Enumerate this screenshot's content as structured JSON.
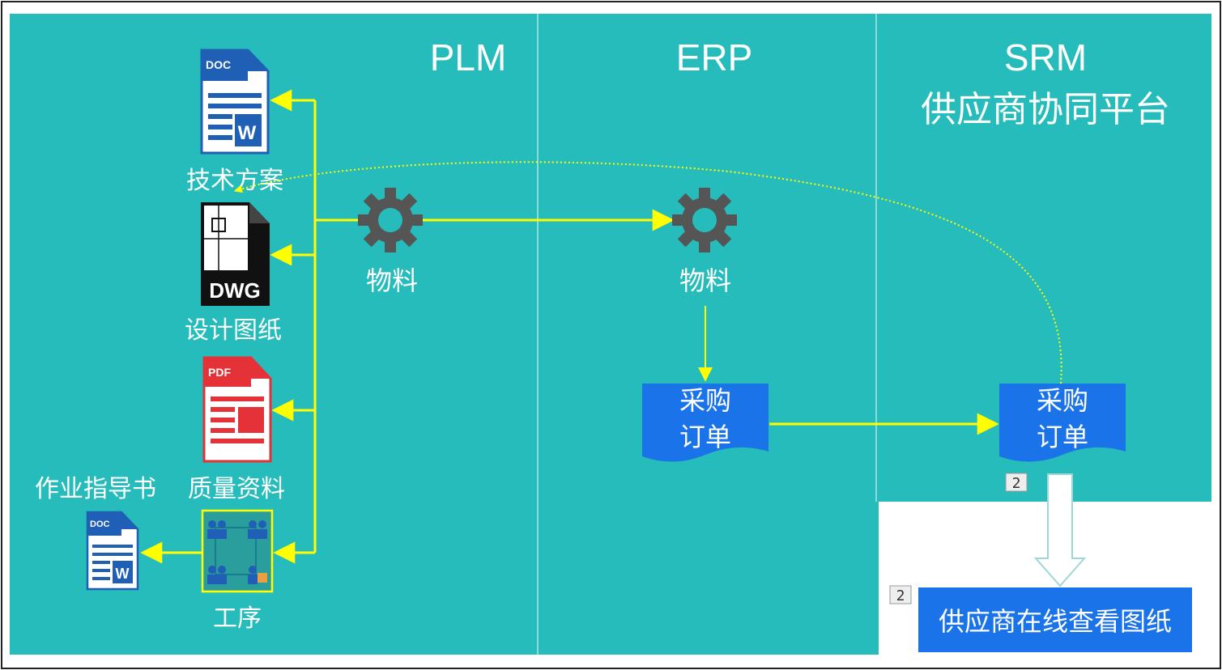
{
  "columns": {
    "plm": "PLM",
    "erp": "ERP",
    "srm_line1": "SRM",
    "srm_line2": "供应商协同平台"
  },
  "plm": {
    "doc_icon_label": "DOC",
    "tech_plan": "技术方案",
    "dwg_icon_label": "DWG",
    "design_drawing": "设计图纸",
    "pdf_icon_label": "PDF",
    "quality_docs": "质量资料",
    "work_instruction": "作业指导书",
    "process": "工序",
    "material": "物料"
  },
  "erp": {
    "material": "物料",
    "po_line1": "采购",
    "po_line2": "订单"
  },
  "srm": {
    "po_line1": "采购",
    "po_line2": "订单",
    "marker_a": "2",
    "marker_b": "2",
    "view_drawings": "供应商在线查看图纸"
  },
  "colors": {
    "background": "#26bcbc",
    "divider": "#a8e6e6",
    "arrow": "#ffff00",
    "doc_blue": "#1f5fb5",
    "pdf_red": "#e53238",
    "order_blue": "#1a73e8",
    "gear": "#555555"
  }
}
